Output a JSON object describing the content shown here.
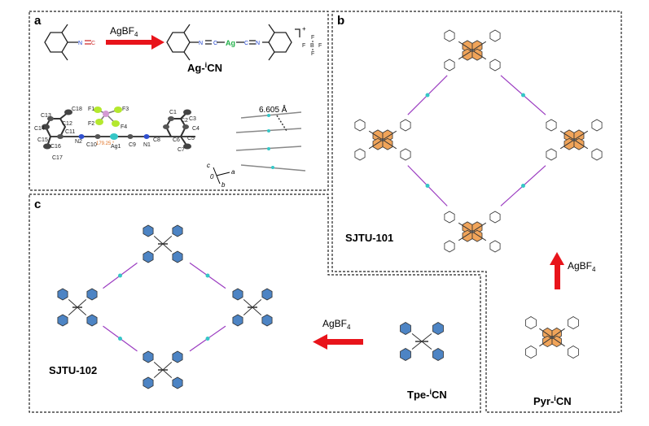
{
  "panels": {
    "a": {
      "letter": "a",
      "reagent": "AgBF",
      "reagent_sub": "4",
      "product": "Ag-",
      "product_sup": "i",
      "product_tail": "CN",
      "angle": "179.25 °",
      "distance": "6.605 Å",
      "complex_metal": "Ag",
      "counter_ion": "BF",
      "axes": [
        "c",
        "a",
        "b",
        "0"
      ],
      "atoms": [
        "F1",
        "F3",
        "F2",
        "F4",
        "C13",
        "C12",
        "C18",
        "C14",
        "C11",
        "C15",
        "N2",
        "C16",
        "C10",
        "C17",
        "Ag1",
        "C9",
        "N1",
        "C8",
        "C1",
        "C2",
        "C3",
        "C4",
        "C5",
        "C6",
        "C7"
      ]
    },
    "b": {
      "letter": "b",
      "framework": "SJTU-101"
    },
    "c": {
      "letter": "c",
      "framework": "SJTU-102"
    }
  },
  "arrows": {
    "pyr_to_b": {
      "reagent": "AgBF",
      "reagent_sub": "4"
    },
    "tpe_to_c": {
      "reagent": "AgBF",
      "reagent_sub": "4"
    }
  },
  "linkers": {
    "pyr": {
      "name": "Pyr-",
      "sup": "i",
      "tail": "CN"
    },
    "tpe": {
      "name": "Tpe-",
      "sup": "i",
      "tail": "CN"
    }
  },
  "colors": {
    "arrow": "#e8141b",
    "pyrene": "#f0a45a",
    "phenyl_blue": "#4d84c4",
    "bf4_purple": "#9b3cc1",
    "nitrogen": "#1a3fd0",
    "silver": "#35c7c7",
    "fluorine": "#b4e82e",
    "border": "#222222"
  }
}
